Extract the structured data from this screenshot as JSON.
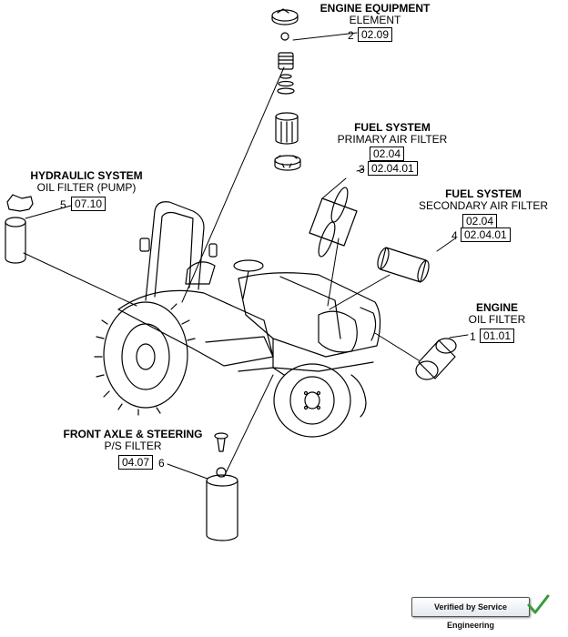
{
  "callouts": {
    "engine_equipment": {
      "title": "ENGINE EQUIPMENT",
      "subtitle": "ELEMENT",
      "index": "2",
      "refs": [
        "02.09"
      ]
    },
    "fuel_primary": {
      "title": "FUEL SYSTEM",
      "subtitle": "PRIMARY AIR FILTER",
      "index": "3",
      "refs": [
        "02.04",
        "02.04.01"
      ]
    },
    "hydraulic": {
      "title": "HYDRAULIC SYSTEM",
      "subtitle": "OIL FILTER (PUMP)",
      "index": "5",
      "refs": [
        "07.10"
      ]
    },
    "fuel_secondary": {
      "title": "FUEL SYSTEM",
      "subtitle": "SECONDARY AIR FILTER",
      "index": "4",
      "refs": [
        "02.04",
        "02.04.01"
      ]
    },
    "engine_oil": {
      "title": "ENGINE",
      "subtitle": "OIL FILTER",
      "index": "1",
      "refs": [
        "01.01"
      ]
    },
    "front_axle": {
      "title": "FRONT AXLE & STEERING",
      "subtitle": "P/S FILTER",
      "index": "6",
      "refs": [
        "04.07"
      ]
    }
  },
  "badge": {
    "label": "Verified by Service Engineering",
    "check_color": "#3a9a3a"
  }
}
